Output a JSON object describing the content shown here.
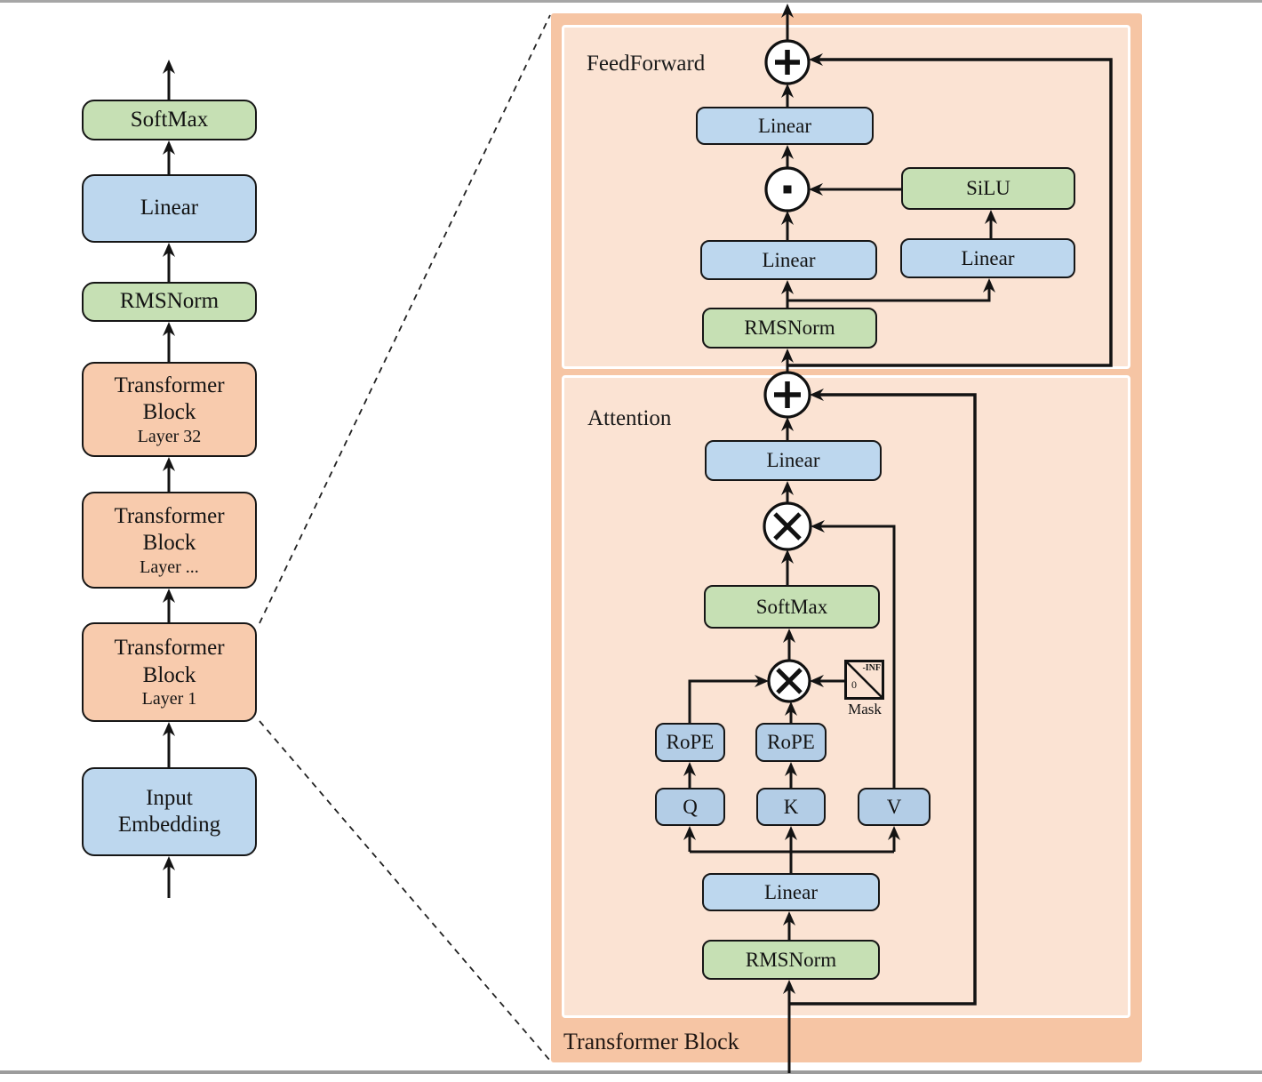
{
  "palette": {
    "block_green": "#c6e0b4",
    "block_blue": "#bdd7ee",
    "block_blue_small": "#b3cde6",
    "block_orange": "#f8cbad",
    "panel_outer": "#f6c5a4",
    "panel_inner": "#fbe3d3",
    "wire": "#131313"
  },
  "left_stack": {
    "softmax_label": "SoftMax",
    "linear_label": "Linear",
    "rmsnorm_label": "RMSNorm",
    "tb32": {
      "line1": "Transformer",
      "line2": "Block",
      "layer": "Layer 32"
    },
    "tb_mid": {
      "line1": "Transformer",
      "line2": "Block",
      "layer": "Layer ..."
    },
    "tb1": {
      "line1": "Transformer",
      "line2": "Block",
      "layer": "Layer 1"
    },
    "input_embedding": {
      "line1": "Input",
      "line2": "Embedding"
    }
  },
  "block_detail": {
    "footer_label": "Transformer Block",
    "feedforward": {
      "section_label": "FeedForward",
      "linear_out": "Linear",
      "silu": "SiLU",
      "linear_gate": "Linear",
      "linear_up": "Linear",
      "rmsnorm": "RMSNorm"
    },
    "attention": {
      "section_label": "Attention",
      "linear_out": "Linear",
      "softmax": "SoftMax",
      "rope_q": "RoPE",
      "rope_k": "RoPE",
      "q": "Q",
      "k": "K",
      "v": "V",
      "mask": {
        "neg_inf": "-INF",
        "zero": "0",
        "label": "Mask"
      },
      "linear_in": "Linear",
      "rmsnorm": "RMSNorm"
    },
    "ops": {
      "add": "plus-circle",
      "elementwise_product": "dot-circle",
      "matmul": "times-circle"
    }
  }
}
